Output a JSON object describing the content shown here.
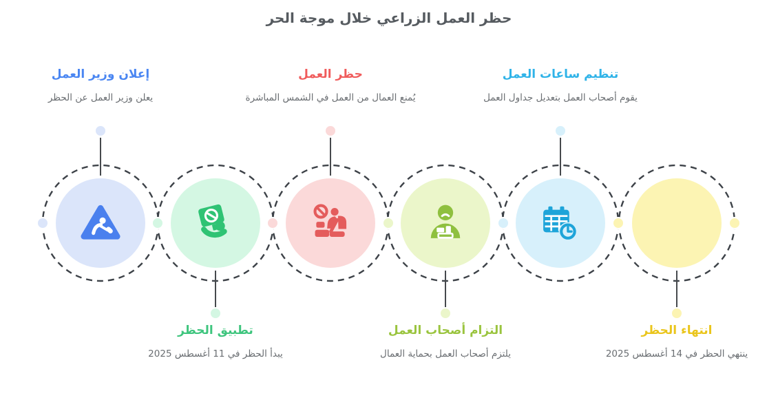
{
  "title": "حظر العمل الزراعي خلال موجة الحر",
  "title_color": "#565b60",
  "connector_color": "#3d4248",
  "steps": [
    {
      "label": "إعلان وزير العمل",
      "description": "يعلن وزير العمل عن الحظر",
      "accent": "#4a86f2",
      "circle": "#dbe5fa",
      "icon": "construction-sign-icon",
      "label_position": "top"
    },
    {
      "label": "تطبيق الحظر",
      "description": "يبدأ الحظر في 11 أغسطس 2025",
      "accent": "#3fc57e",
      "circle": "#d4f7e3",
      "icon": "protest-sign-icon",
      "label_position": "bottom"
    },
    {
      "label": "حظر العمل",
      "description": "يُمنع العمال من العمل في الشمس المباشرة",
      "accent": "#f05c5c",
      "circle": "#fbd9d9",
      "icon": "work-ban-icon",
      "label_position": "top"
    },
    {
      "label": "التزام أصحاب العمل",
      "description": "يلتزم أصحاب العمل بحماية العمال",
      "accent": "#9ac43e",
      "circle": "#ebf6ca",
      "icon": "worker-icon",
      "label_position": "bottom"
    },
    {
      "label": "تنظيم ساعات العمل",
      "description": "يقوم أصحاب العمل بتعديل جداول العمل",
      "accent": "#2fb3e8",
      "circle": "#d7f0fb",
      "icon": "schedule-clock-icon",
      "label_position": "top"
    },
    {
      "label": "انتهاء الحظر",
      "description": "ينتهي الحظر في 14 أغسطس 2025",
      "accent": "#eac51c",
      "circle": "#fcf4b3",
      "icon": "none",
      "label_position": "bottom"
    }
  ]
}
